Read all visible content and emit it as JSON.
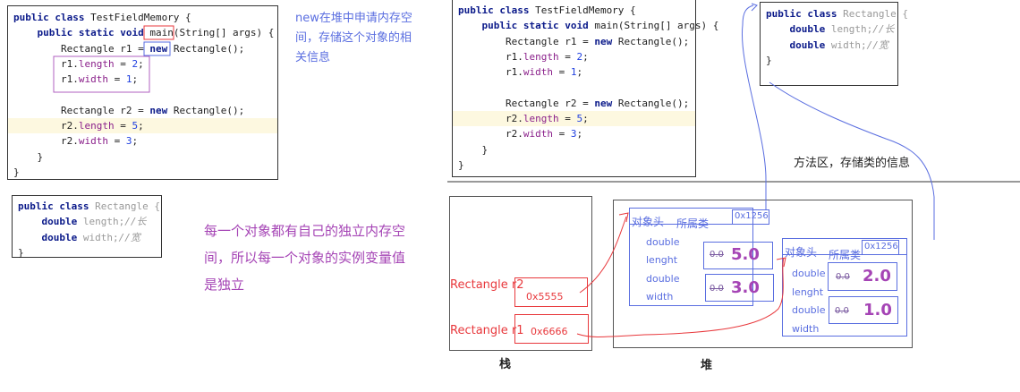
{
  "code_main_left": {
    "lines": [
      [
        [
          "kw",
          "public class "
        ],
        [
          "",
          "TestFieldMemory {"
        ]
      ],
      [
        [
          "",
          "    "
        ],
        [
          "kw",
          "public static void "
        ],
        [
          "",
          "main(String[] args) {"
        ]
      ],
      [
        [
          "",
          "        Rectangle r1 = "
        ],
        [
          "kw",
          "new"
        ],
        [
          "",
          " Rectangle();"
        ]
      ],
      [
        [
          "",
          "        r1."
        ],
        [
          "fld",
          "length"
        ],
        [
          "",
          " = "
        ],
        [
          "num",
          "2"
        ],
        [
          "",
          ";"
        ]
      ],
      [
        [
          "",
          "        r1."
        ],
        [
          "fld",
          "width"
        ],
        [
          "",
          " = "
        ],
        [
          "num",
          "1"
        ],
        [
          "",
          ";"
        ]
      ],
      [
        [
          "",
          ""
        ]
      ],
      [
        [
          "",
          "        Rectangle r2 = "
        ],
        [
          "kw",
          "new"
        ],
        [
          "",
          " Rectangle();"
        ]
      ],
      [
        [
          "",
          "        r2."
        ],
        [
          "fld",
          "length"
        ],
        [
          "",
          " = "
        ],
        [
          "num",
          "5"
        ],
        [
          "",
          ";"
        ]
      ],
      [
        [
          "",
          "        r2."
        ],
        [
          "fld",
          "width"
        ],
        [
          "",
          " = "
        ],
        [
          "num",
          "3"
        ],
        [
          "",
          ";"
        ]
      ],
      [
        [
          "",
          "    }"
        ]
      ],
      [
        [
          "",
          "}"
        ]
      ]
    ],
    "highlight_line": 7
  },
  "code_main_right": {
    "lines": [
      [
        [
          "kw",
          "public class "
        ],
        [
          "",
          "TestFieldMemory {"
        ]
      ],
      [
        [
          "",
          "    "
        ],
        [
          "kw",
          "public static void "
        ],
        [
          "",
          "main(String[] args) {"
        ]
      ],
      [
        [
          "",
          "        Rectangle r1 = "
        ],
        [
          "kw",
          "new"
        ],
        [
          "",
          " Rectangle();"
        ]
      ],
      [
        [
          "",
          "        r1."
        ],
        [
          "fld",
          "length"
        ],
        [
          "",
          " = "
        ],
        [
          "num",
          "2"
        ],
        [
          "",
          ";"
        ]
      ],
      [
        [
          "",
          "        r1."
        ],
        [
          "fld",
          "width"
        ],
        [
          "",
          " = "
        ],
        [
          "num",
          "1"
        ],
        [
          "",
          ";"
        ]
      ],
      [
        [
          "",
          ""
        ]
      ],
      [
        [
          "",
          "        Rectangle r2 = "
        ],
        [
          "kw",
          "new"
        ],
        [
          "",
          " Rectangle();"
        ]
      ],
      [
        [
          "",
          "        r2."
        ],
        [
          "fld",
          "length"
        ],
        [
          "",
          " = "
        ],
        [
          "num",
          "5"
        ],
        [
          "",
          ";"
        ]
      ],
      [
        [
          "",
          "        r2."
        ],
        [
          "fld",
          "width"
        ],
        [
          "",
          " = "
        ],
        [
          "num",
          "3"
        ],
        [
          "",
          ";"
        ]
      ],
      [
        [
          "",
          "    }"
        ]
      ],
      [
        [
          "",
          "}"
        ]
      ]
    ],
    "highlight_line": 7
  },
  "code_rect_left": {
    "lines": [
      [
        [
          "kw",
          "public class "
        ],
        [
          "gr",
          "Rectangle {"
        ]
      ],
      [
        [
          "",
          "    "
        ],
        [
          "kw",
          "double "
        ],
        [
          "gr",
          "length;"
        ],
        [
          "cm",
          "//长"
        ]
      ],
      [
        [
          "",
          "    "
        ],
        [
          "kw",
          "double "
        ],
        [
          "gr",
          "width;"
        ],
        [
          "cm",
          "//宽"
        ]
      ],
      [
        [
          "",
          "}"
        ]
      ]
    ]
  },
  "code_rect_right": {
    "lines": [
      [
        [
          "kw",
          "public class "
        ],
        [
          "gr",
          "Rectangle {"
        ]
      ],
      [
        [
          "",
          "    "
        ],
        [
          "kw",
          "double "
        ],
        [
          "gr",
          "length;"
        ],
        [
          "cm",
          "//长"
        ]
      ],
      [
        [
          "",
          "    "
        ],
        [
          "kw",
          "double "
        ],
        [
          "gr",
          "width;"
        ],
        [
          "cm",
          "//宽"
        ]
      ],
      [
        [
          "",
          "}"
        ]
      ]
    ]
  },
  "notes": {
    "new_note": "new在堆中申请内存空间，存储这个对象的相关信息",
    "independent_note": "每一个对象都有自己的独立内存空间，所以每一个对象的实例变量值是独立",
    "method_area": "方法区，存储类的信息"
  },
  "stack": {
    "label": "栈",
    "vars": [
      {
        "name": "Rectangle r2",
        "address": "0x5555"
      },
      {
        "name": "Rectangle r1",
        "address": "0x6666"
      }
    ]
  },
  "heap": {
    "label": "堆",
    "objects": [
      {
        "header": "对象头",
        "class_label": "所属类",
        "class_addr": "0x1256",
        "fields": [
          {
            "type": "double",
            "name": "lenght",
            "old": "0.0",
            "value": "5.0"
          },
          {
            "type": "double",
            "name": "width",
            "old": "0.0",
            "value": "3.0"
          }
        ]
      },
      {
        "header": "对象头",
        "class_label": "所属类",
        "class_addr": "0x1256",
        "fields": [
          {
            "type": "double",
            "name": "lenght",
            "old": "0.0",
            "value": "2.0"
          },
          {
            "type": "double",
            "name": "width",
            "old": "0.0",
            "value": "1.0"
          }
        ]
      }
    ]
  },
  "colors": {
    "red": "#e8383c",
    "blue": "#5a6ee0",
    "purple": "#a544b5"
  }
}
